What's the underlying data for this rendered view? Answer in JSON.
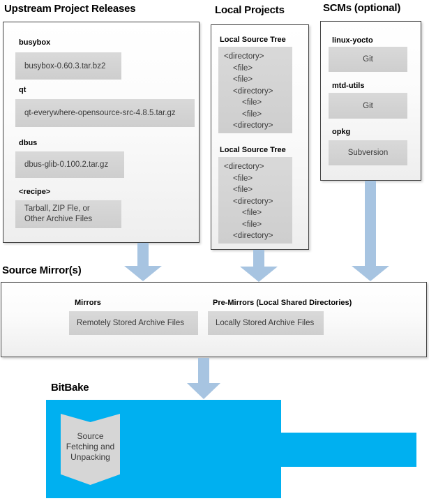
{
  "upstream": {
    "title": "Upstream Project Releases",
    "items": [
      {
        "label": "busybox",
        "value": "busybox-0.60.3.tar.bz2"
      },
      {
        "label": "qt",
        "value": "qt-everywhere-opensource-src-4.8.5.tar.gz"
      },
      {
        "label": "dbus",
        "value": "dbus-glib-0.100.2.tar.gz"
      },
      {
        "label": "<recipe>",
        "value_line1": "Tarball, ZIP Fle, or",
        "value_line2": "Other Archive Files"
      }
    ]
  },
  "local_projects": {
    "title": "Local Projects",
    "tree1_label": "Local Source Tree",
    "tree2_label": "Local Source Tree",
    "tree_lines": [
      {
        "text": "<directory>",
        "indent": 0
      },
      {
        "text": "<file>",
        "indent": 1
      },
      {
        "text": "<file>",
        "indent": 1
      },
      {
        "text": "<directory>",
        "indent": 1
      },
      {
        "text": "<file>",
        "indent": 2
      },
      {
        "text": "<file>",
        "indent": 2
      },
      {
        "text": "<directory>",
        "indent": 1
      }
    ]
  },
  "scms": {
    "title": "SCMs (optional)",
    "items": [
      {
        "label": "linux-yocto",
        "value": "Git"
      },
      {
        "label": "mtd-utils",
        "value": "Git"
      },
      {
        "label": "opkg",
        "value": "Subversion"
      }
    ]
  },
  "source_mirrors": {
    "title": "Source Mirror(s)",
    "mirrors_label": "Mirrors",
    "mirrors_value": "Remotely Stored Archive Files",
    "premirrors_label": "Pre-Mirrors (Local Shared Directories)",
    "premirrors_value": "Locally Stored Archive Files"
  },
  "bitbake": {
    "title": "BitBake",
    "banner_lines": [
      "Source",
      "Fetching and",
      "Unpacking"
    ]
  },
  "colors": {
    "bitbake_blue": "#00b0f0",
    "arrow_blue": "#a7c4e1",
    "gray_fill": "#d6d6d6"
  }
}
